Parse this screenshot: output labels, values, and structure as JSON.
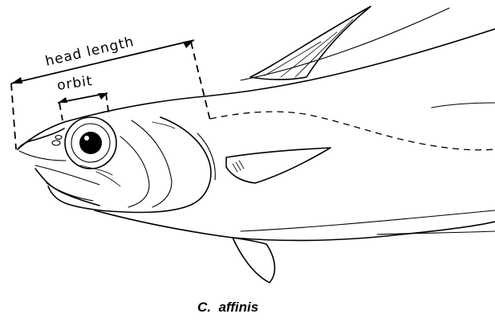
{
  "labels": {
    "head_length": "head length",
    "orbit": "orbit",
    "caption": "C.  affinis"
  }
}
